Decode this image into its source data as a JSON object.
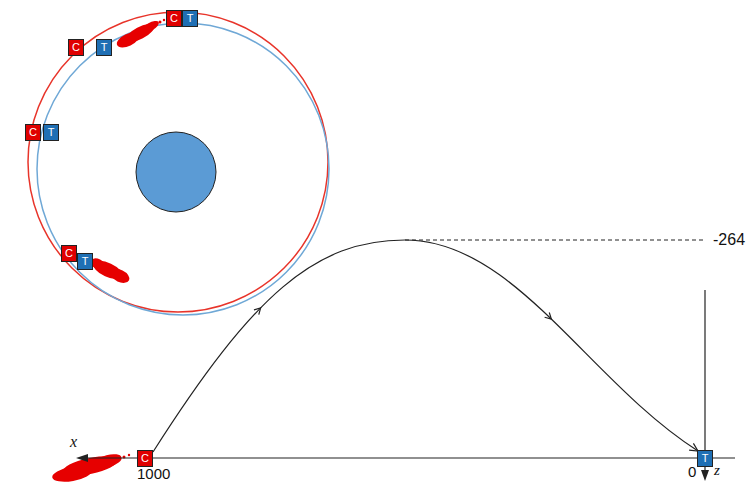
{
  "diagram": {
    "nodes": [
      {
        "text": [
          "C"
        ]
      },
      {
        "text": [
          "T"
        ]
      },
      {
        "text": [
          "C"
        ]
      },
      {
        "text": [
          "T"
        ]
      },
      {
        "text": [
          "C"
        ]
      },
      {
        "text": [
          "T"
        ]
      },
      {
        "text": [
          "C"
        ]
      },
      {
        "text": [
          "T"
        ]
      },
      {
        "text": [
          "C"
        ]
      },
      {
        "text": [
          "T"
        ]
      }
    ],
    "edges": [
      {
        "from": 8,
        "to": 9,
        "arrow": "to"
      }
    ],
    "labels": [
      "x",
      "1000",
      "0",
      "z",
      "-264"
    ]
  }
}
